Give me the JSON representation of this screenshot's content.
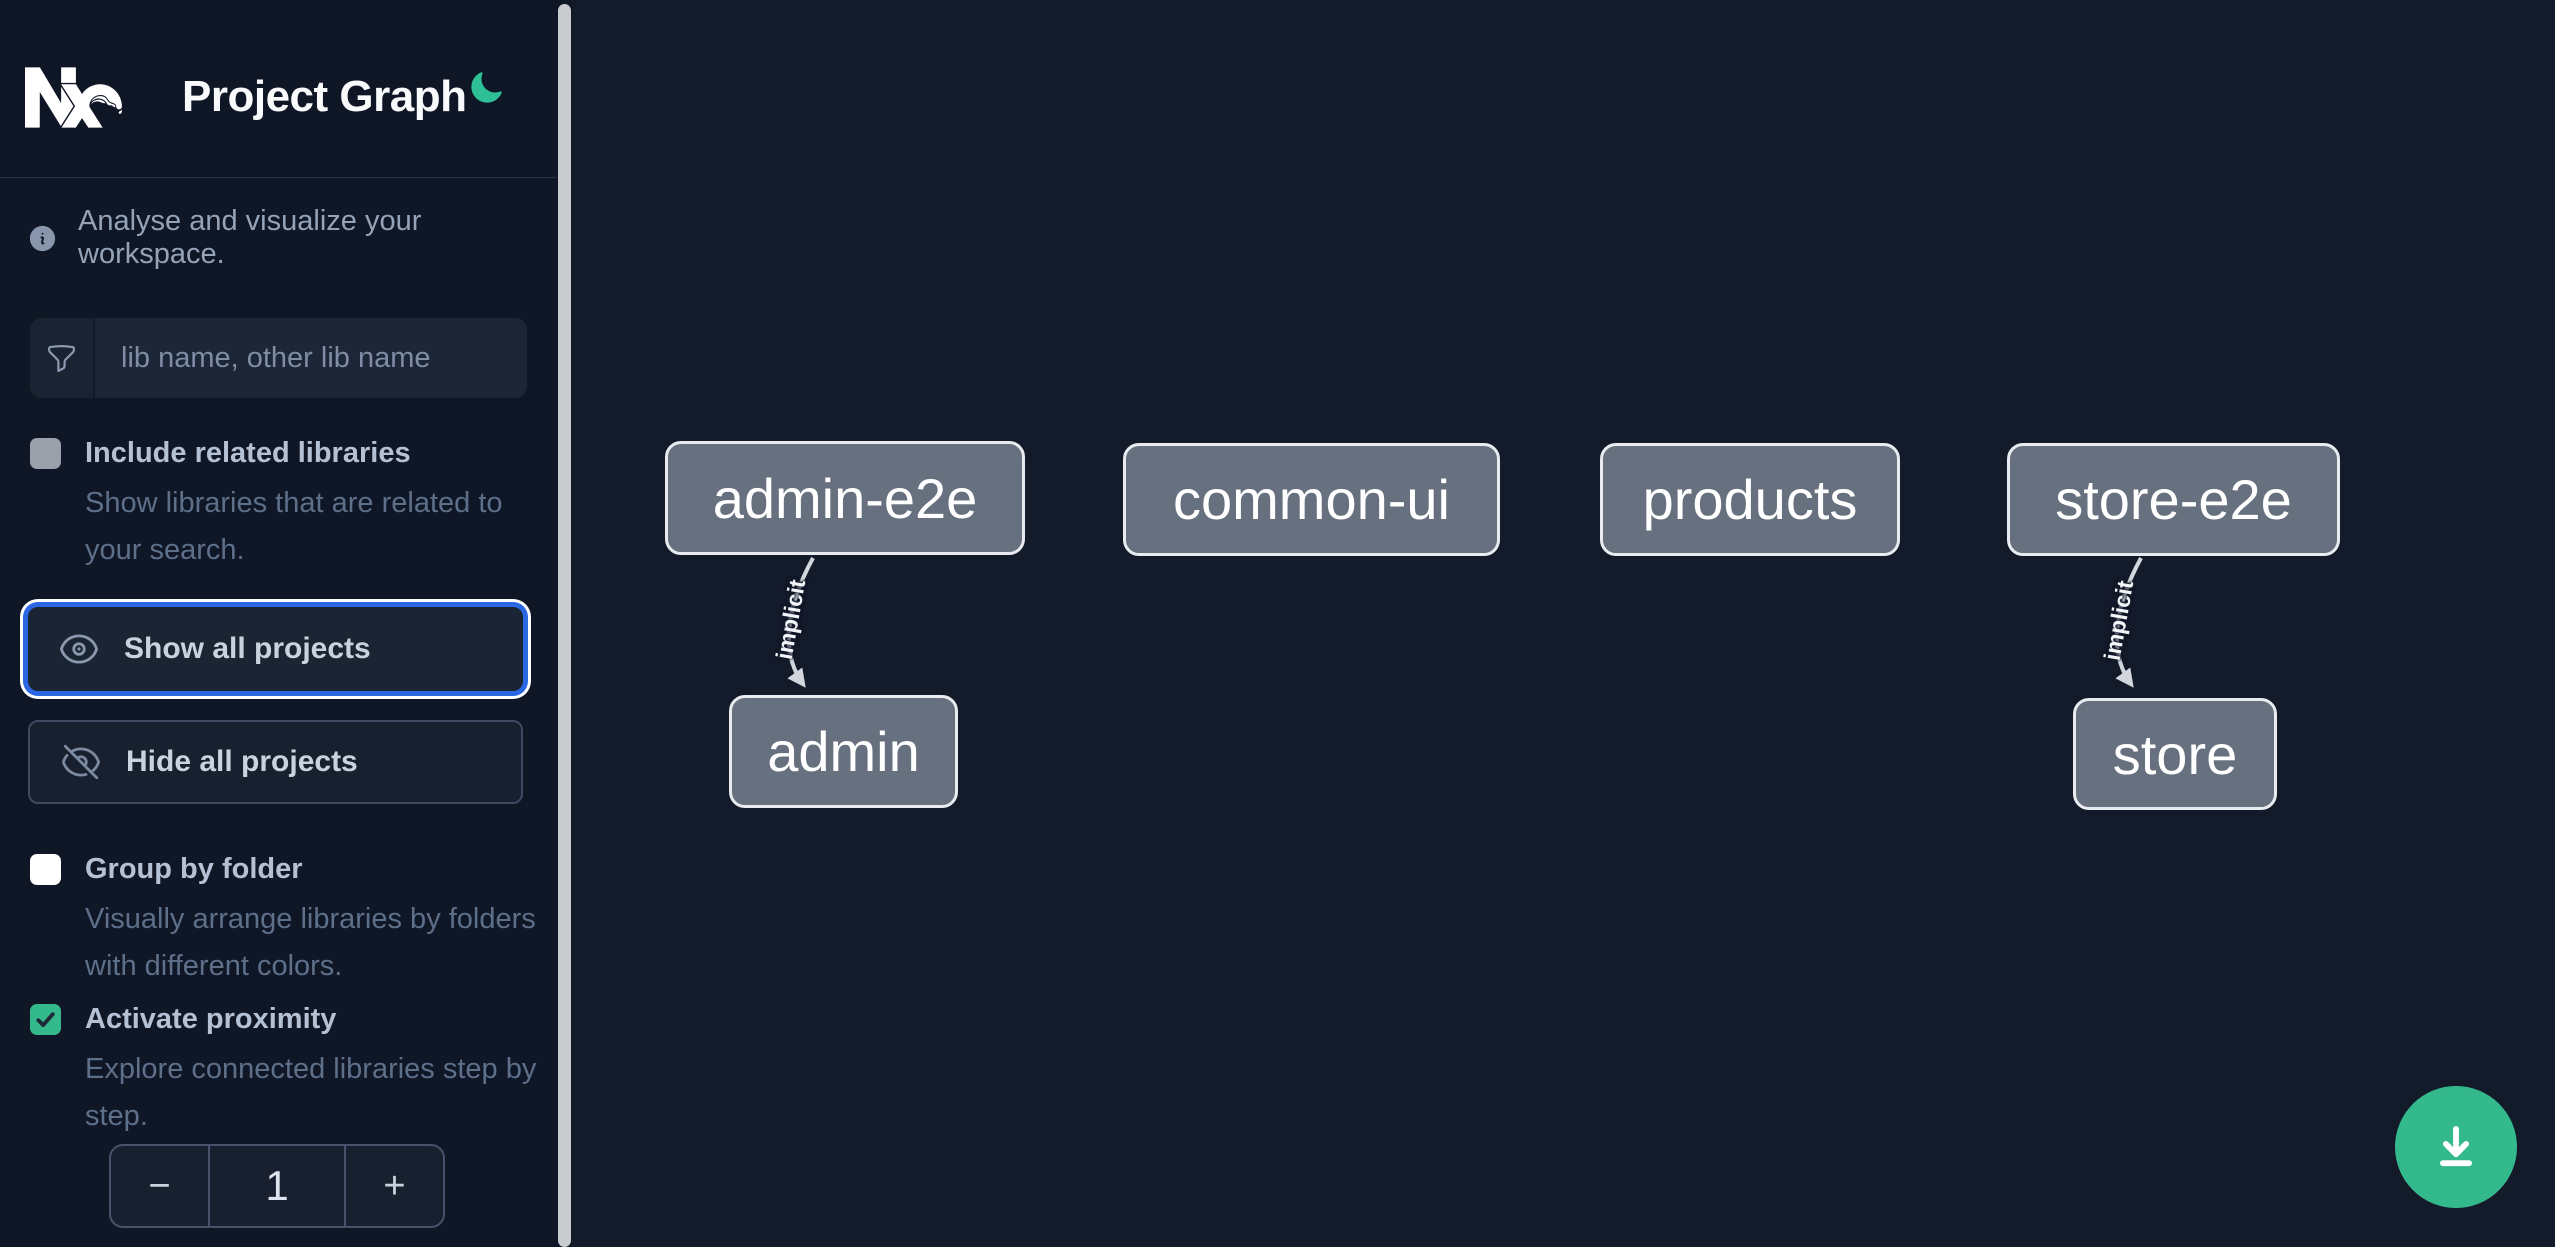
{
  "colors": {
    "accent_green": "#34b98c",
    "moon_teal": "#2ebf96",
    "focus_ring_blue": "#2b66e3",
    "node_fill": "#66707e",
    "node_border": "#e8ebef",
    "edge_gray": "#d3d7dd",
    "sidebar_bg": "#0f1626",
    "canvas_bg": "#131a2a"
  },
  "header": {
    "logo": "nx-logo",
    "title": "Project Graph",
    "theme_toggle": "moon-icon"
  },
  "sidebar": {
    "tagline": "Analyse and visualize your workspace.",
    "filter_placeholder": "lib name, other lib name",
    "options": [
      {
        "label": "Include related libraries",
        "description": "Show libraries that are related to your search.",
        "checked": false,
        "disabled": true
      },
      {
        "label": "Group by folder",
        "description": "Visually arrange libraries by folders with different colors.",
        "checked": false,
        "disabled": false
      },
      {
        "label": "Activate proximity",
        "description": "Explore connected libraries step by step.",
        "checked": true,
        "disabled": false
      }
    ],
    "buttons": [
      {
        "label": "Show all projects",
        "focused": true
      },
      {
        "label": "Hide all projects",
        "focused": false
      }
    ],
    "stepper": {
      "decrement_label": "−",
      "value": "1",
      "increment_label": "+"
    }
  },
  "graph": {
    "nodes": [
      {
        "id": "admin-e2e",
        "label": "admin-e2e"
      },
      {
        "id": "common-ui",
        "label": "common-ui"
      },
      {
        "id": "products",
        "label": "products"
      },
      {
        "id": "store-e2e",
        "label": "store-e2e"
      },
      {
        "id": "admin",
        "label": "admin"
      },
      {
        "id": "store",
        "label": "store"
      }
    ],
    "edges": [
      {
        "source": "admin-e2e",
        "target": "admin",
        "label": "implicit",
        "type": "implicit"
      },
      {
        "source": "store-e2e",
        "target": "store",
        "label": "implicit",
        "type": "implicit"
      }
    ]
  },
  "fab": {
    "icon": "download-icon"
  }
}
